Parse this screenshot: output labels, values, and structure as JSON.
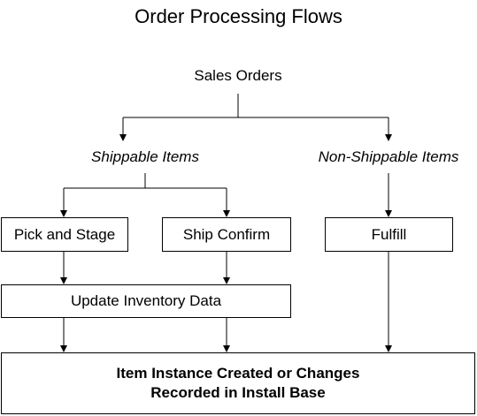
{
  "title": "Order Processing Flows",
  "nodes": {
    "sales_orders": "Sales Orders",
    "shippable_items": "Shippable Items",
    "non_shippable_items": "Non-Shippable Items",
    "pick_and_stage": "Pick and Stage",
    "ship_confirm": "Ship Confirm",
    "fulfill": "Fulfill",
    "update_inventory": "Update Inventory Data",
    "item_instance_line1": "Item Instance Created or Changes",
    "item_instance_line2": "Recorded in Install Base"
  }
}
